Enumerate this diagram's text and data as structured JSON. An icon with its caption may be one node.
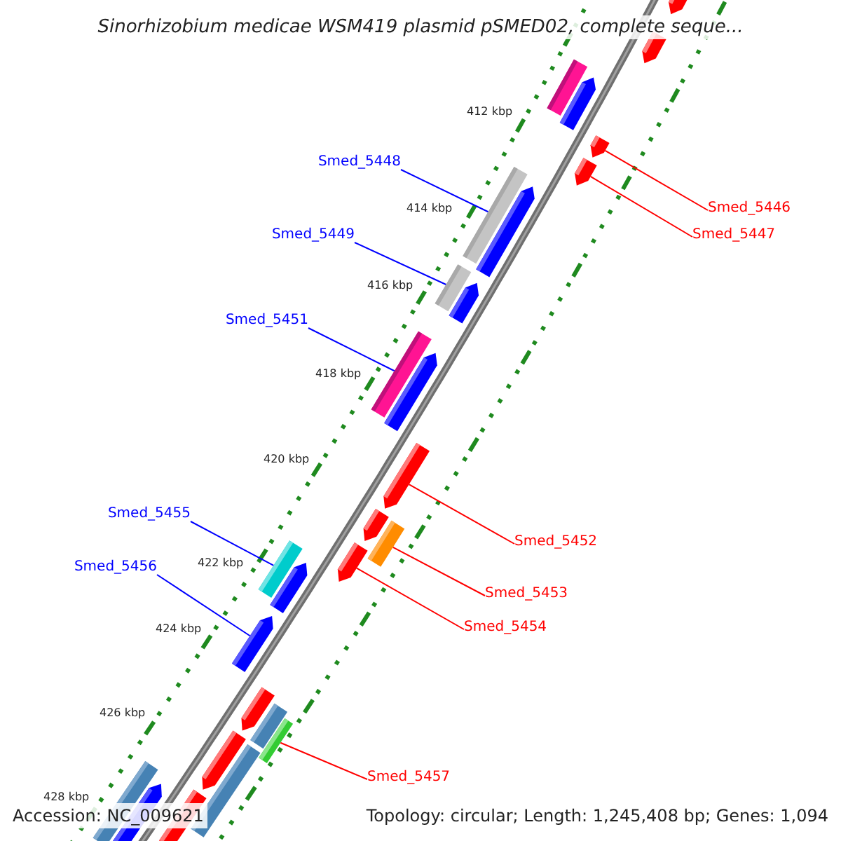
{
  "diagram": {
    "title": "Sinorhizobium medicae WSM419 plasmid pSMED02, complete seque...",
    "nodes": [
      {
        "text": [
          "Smed_5448"
        ]
      },
      {
        "text": [],
        "shape": "bar"
      },
      {
        "text": [
          "Smed_5446"
        ]
      },
      {
        "text": [],
        "shape": "bar"
      },
      {
        "text": [
          "Smed_5449"
        ]
      },
      {
        "text": [],
        "shape": "bar"
      },
      {
        "text": [
          "Smed_5447"
        ]
      },
      {
        "text": [],
        "shape": "bar"
      },
      {
        "text": [
          "Smed_5451"
        ]
      },
      {
        "text": [],
        "shape": "bar"
      },
      {
        "text": [
          "Smed_5455"
        ]
      },
      {
        "text": [],
        "shape": "bar"
      },
      {
        "text": [
          "Smed_5452"
        ]
      },
      {
        "text": [],
        "shape": "bar"
      },
      {
        "text": [
          "Smed_5456"
        ]
      },
      {
        "text": [],
        "shape": "bar"
      },
      {
        "text": [
          "Smed_5453"
        ]
      },
      {
        "text": [],
        "shape": "bar"
      },
      {
        "text": [
          "Smed_5454"
        ]
      },
      {
        "text": [],
        "shape": "bar"
      },
      {
        "text": [
          "Smed_5457"
        ]
      },
      {
        "text": [],
        "shape": "bar"
      },
      {
        "text": [],
        "shape": "bar"
      },
      {
        "text": [],
        "shape": "bar"
      },
      {
        "text": [],
        "shape": "bar"
      },
      {
        "text": [],
        "shape": "bar"
      },
      {
        "text": [],
        "shape": "bar"
      },
      {
        "text": [],
        "shape": "bar"
      },
      {
        "text": [],
        "shape": "bar"
      },
      {
        "text": [],
        "shape": "bar"
      },
      {
        "text": [],
        "shape": "bar"
      },
      {
        "text": [],
        "shape": "bar"
      },
      {
        "text": [],
        "shape": "bar"
      },
      {
        "text": [],
        "shape": "bar"
      },
      {
        "text": [],
        "shape": "bar"
      },
      {
        "text": [],
        "shape": "bar"
      },
      {
        "text": [],
        "shape": "bar"
      },
      {
        "text": [],
        "shape": "bar"
      }
    ],
    "edges": [
      {
        "from": 0,
        "to": 1,
        "arrow": "none",
        "color": "#0000ff"
      },
      {
        "from": 2,
        "to": 3,
        "arrow": "none",
        "color": "#ff0000"
      },
      {
        "from": 4,
        "to": 5,
        "arrow": "none",
        "color": "#0000ff"
      },
      {
        "from": 6,
        "to": 7,
        "arrow": "none",
        "color": "#ff0000"
      },
      {
        "from": 8,
        "to": 9,
        "arrow": "none",
        "color": "#0000ff"
      },
      {
        "from": 10,
        "to": 11,
        "arrow": "none",
        "color": "#0000ff"
      },
      {
        "from": 12,
        "to": 13,
        "arrow": "none",
        "color": "#ff0000"
      },
      {
        "from": 14,
        "to": 15,
        "arrow": "none",
        "color": "#0000ff"
      },
      {
        "from": 16,
        "to": 17,
        "arrow": "none",
        "color": "#ff0000"
      },
      {
        "from": 18,
        "to": 19,
        "arrow": "none",
        "color": "#ff0000"
      },
      {
        "from": 20,
        "to": 21,
        "arrow": "none",
        "color": "#ff0000"
      }
    ],
    "labels": [
      "412 kbp",
      "414 kbp",
      "416 kbp",
      "418 kbp",
      "420 kbp",
      "422 kbp",
      "424 kbp",
      "426 kbp",
      "428 kbp",
      "Accession: NC_009621",
      "Topology: circular; Length: 1,245,408 bp; Genes: 1,094"
    ]
  }
}
